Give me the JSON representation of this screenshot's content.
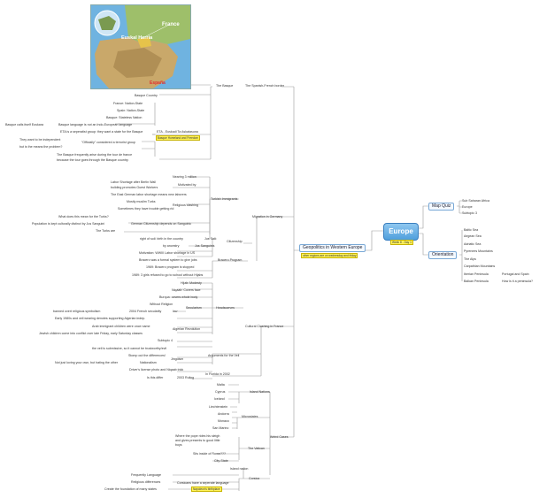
{
  "root": {
    "label": "Europe",
    "note": "Week 8 - Day 1"
  },
  "main_topic": {
    "label": "Geopolitics in Western Europe",
    "note": "other regions are on wednesday and friday"
  },
  "map_quiz": {
    "label": "Map Quiz",
    "items": [
      "Sub Saharan Africa",
      "Europe",
      "Subtopic 3"
    ]
  },
  "orientation": {
    "label": "Orientation",
    "items": [
      "Baltic Sea",
      "Aegean Sea",
      "Adriatic Sea",
      "Pyrenees Mountains",
      "The Alps",
      "Carpathian Mountains",
      "Iberian Peninsula",
      "Balkan Peninsula"
    ],
    "iberian_extra": "Portugal and Spain",
    "balkan_extra": "How is it a peninsula?"
  },
  "map_image": {
    "label_france": "France",
    "label_basque": "Euskal Herria",
    "label_spain": "España"
  },
  "basque": {
    "label": "The Basque",
    "border": "The Spanish-French border",
    "country": "Basque Country",
    "france": "France: Nation-State",
    "spain": "Spain: Nation-State",
    "stateless": "Basque: Stateless Nation",
    "calls": "Basque calls itself Euskara",
    "not_indo": "Basque language is not an Indo-European language",
    "eta_sep": "ETA is a seperatist group: they want a state for the Basque",
    "eta": "ETA - Euskadi Ta Askatasuna",
    "eta_note": "Basque Homeland and Freedom",
    "independent": "They want to be independent",
    "officially": "\"Officially\" considered a terrorist group",
    "means": "but is the means the problem?",
    "tour1": "The Basque frequently arise during the tour de france",
    "tour2": "because the tour goes through the Basque country."
  },
  "germany": {
    "label": "Migration in Germany",
    "turkish": "Turkish Immigrants",
    "nearly": "Nearing 3 million",
    "motivated": "Motivated by",
    "labor1": "Labor Shortage after Berlin Wall",
    "labor2": "building promotes Guest Workers",
    "east": "The East German labor shortage means new laborers",
    "muslim": "Mostly muslim Turks",
    "religious": "Religious clashing",
    "trouble": "Sometimes they have trouble getting rid",
    "what": "What does this mean for the Turks?",
    "culturally": "Population is kept culturally distinct by Jus Sanguini",
    "citizenship_dep": "German Citizenship depends on Sanguinic",
    "turks_are": "The Turks are",
    "jus_soli": "Jus Soli",
    "citizenship": "Citizenship",
    "right_soil": "right of soil: birth in the country",
    "ancestry": "by ancestry",
    "sanguinis": "Jus Sanguinis",
    "motivation": "Motivation: WWIII Labor shortage in US",
    "bracero": "Bracero was a formal system to give jobs",
    "bracero_prog": "Bracero Program",
    "y1969": "1969: Bracero program is stopped",
    "y1989": "1989: 3 girls refused to go to school without Hijabs"
  },
  "france": {
    "label": "Cultural Clashing in France",
    "headscarves": "Headscarves",
    "hijab": "Hijab: Modesty",
    "niqaab": "Niqaab: Covers face",
    "burqua": "Burqua: covers whole body",
    "without": "Without Religion",
    "secularism": "Secularism",
    "banned": "banned overt religious symbolism",
    "law2004": "2004 French secularity",
    "law": "law",
    "early1980": "Early 1980s and veil wearing denotes supporting Algerian indep.",
    "arab": "Arab immigrant children were once name",
    "algerian": "Algerian Revolution",
    "jewish": "Jewish children come into conflict over late Friday, early Saturday classes",
    "subtopic4": "Subtopic 4",
    "veil": "the veil is submissive, so it cannot be trustworthy/evil",
    "stomp": "Stomp out the differences!",
    "argument": "Arguments for the Veil",
    "jingoism": "Jingoism",
    "not_just": "Not just loving your own, but hating the other",
    "nationalism": "Nationalism",
    "drivers": "Driver's license photo and Niqaab trick",
    "florida": "In Florida in 2002",
    "is_this": "Is this differ",
    "ruling": "2003 Ruling"
  },
  "weird": {
    "label": "Weird Cases",
    "island_nations": "Island Nations",
    "malta": "Malta",
    "cyprus": "Cyprus",
    "iceland": "Iceland",
    "micro": "Microstates",
    "liechtenstein": "Liechtenstein",
    "andorra": "Andorra",
    "monaco": "Monaco",
    "san_marino": "San Marino",
    "vatican": "The Vatican",
    "pope1": "Where the pope rides his sleigh",
    "pope2": "and gives presents to good little",
    "pope3": "boys",
    "sits": "Sits inside of Rome???",
    "city_state": "City-State",
    "island_nation": "Island nation",
    "corsica": "Corsica",
    "corsicans": "Corsicans have a seperate language",
    "napoleon": "Napoleon's birthplace",
    "freq": "Frequently Language",
    "religious_diff": "Religious differences",
    "foundation": "Create the foundation of many states"
  }
}
